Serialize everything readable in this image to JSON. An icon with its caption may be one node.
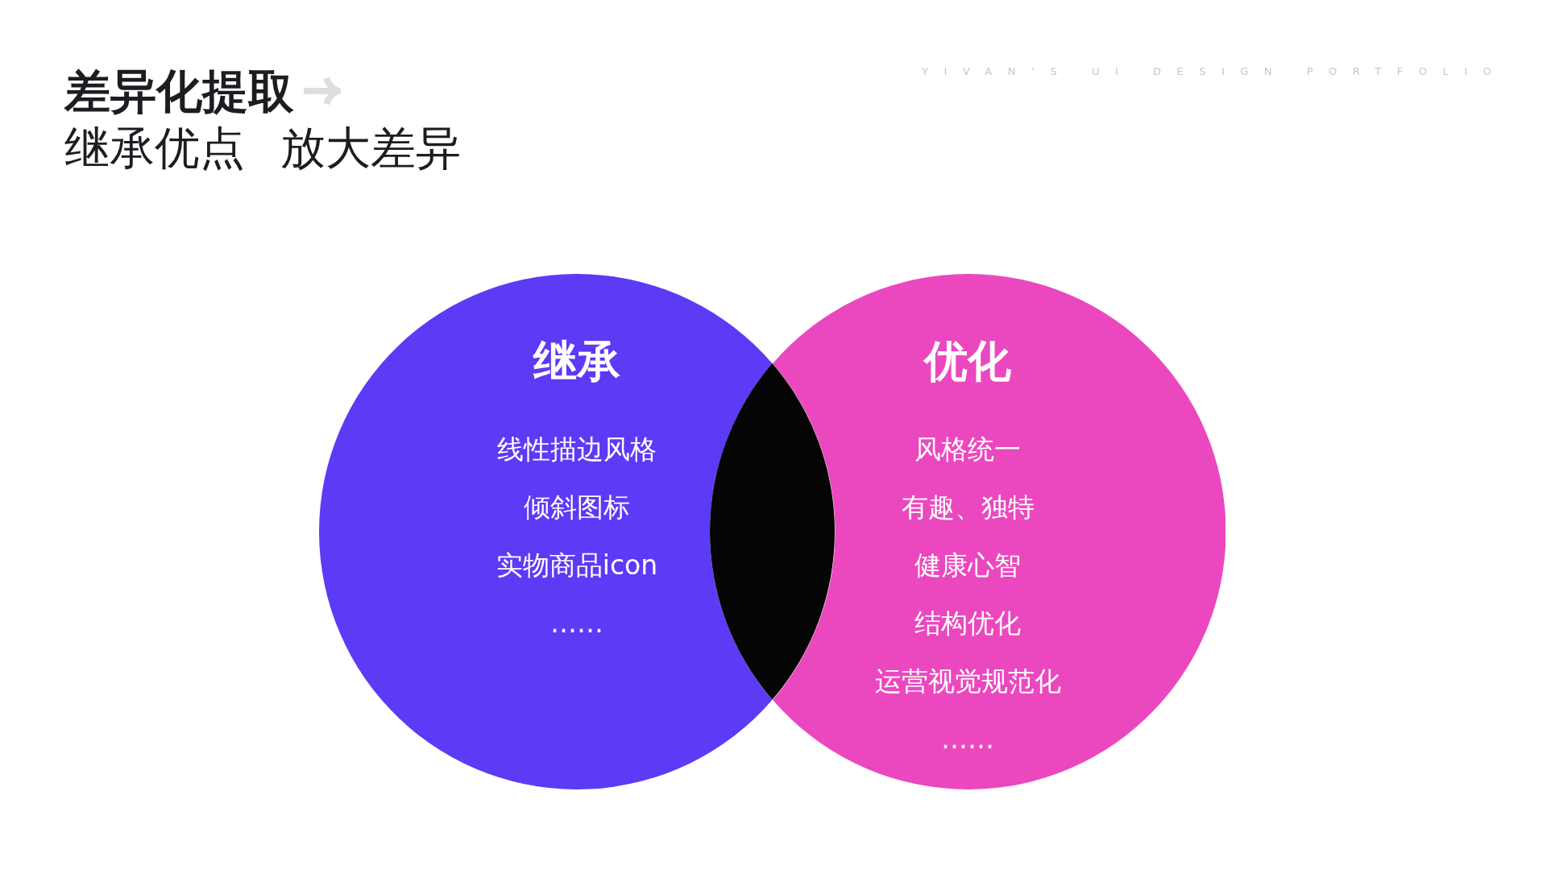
{
  "diagram": {
    "title": "差异化提取",
    "nodes": [
      {
        "text": [
          "继承",
          "线性描边风格",
          "倾斜图标",
          "实物商品icon",
          "……"
        ]
      },
      {
        "text": [],
        "shape": "lens"
      },
      {
        "text": [
          "优化",
          "风格统一",
          "有趣、独特",
          "健康心智",
          "结构优化",
          "运营视觉规范化",
          "……"
        ]
      }
    ],
    "labels": [
      "继承优点 放大差异",
      "YIVAN’S UI DESIGN PORTFOLIO"
    ]
  }
}
